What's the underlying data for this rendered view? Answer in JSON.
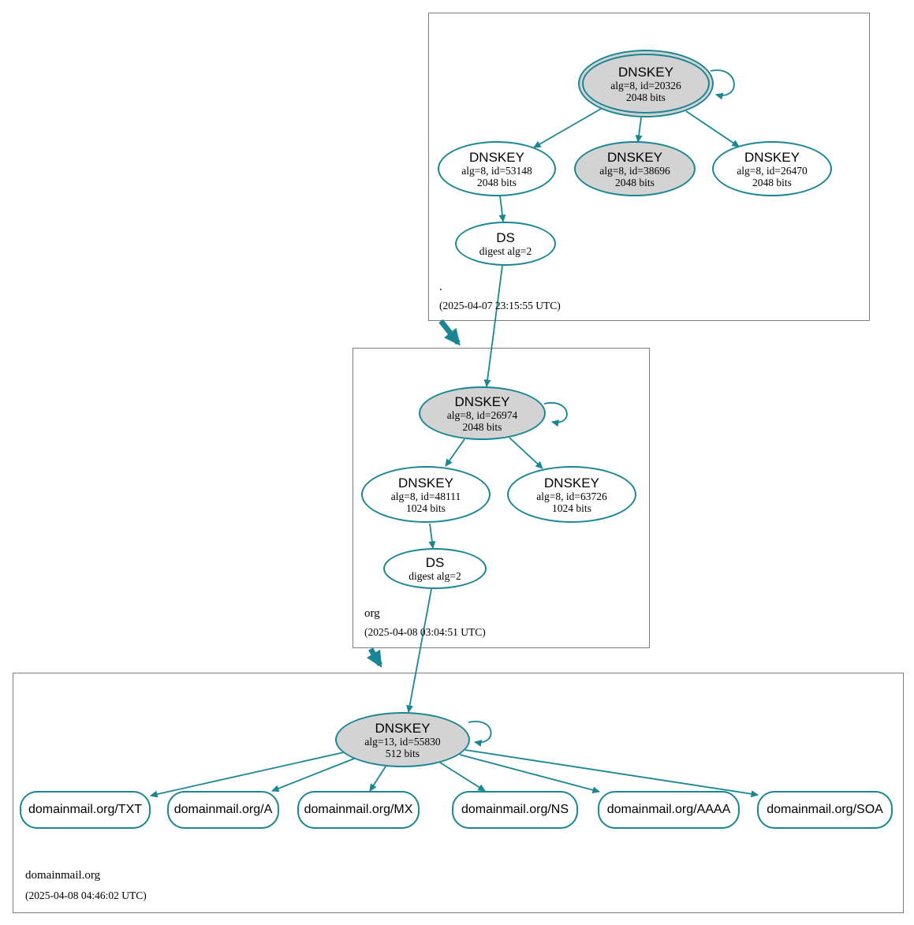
{
  "colors": {
    "edge_teal": "#1a8693",
    "node_fill_gray": "#d3d3d3",
    "node_fill_white": "#ffffff",
    "zone_border_gray": "#7d7d7d"
  },
  "zones": {
    "root": {
      "name": ".",
      "timestamp": "(2025-04-07 23:15:55 UTC)",
      "nodes": {
        "ksk": {
          "title": "DNSKEY",
          "detail": "alg=8, id=20326",
          "bits": "2048 bits"
        },
        "k53148": {
          "title": "DNSKEY",
          "detail": "alg=8, id=53148",
          "bits": "2048 bits"
        },
        "k38696": {
          "title": "DNSKEY",
          "detail": "alg=8, id=38696",
          "bits": "2048 bits"
        },
        "k26470": {
          "title": "DNSKEY",
          "detail": "alg=8, id=26470",
          "bits": "2048 bits"
        },
        "ds": {
          "title": "DS",
          "detail": "digest alg=2"
        }
      }
    },
    "org": {
      "name": "org",
      "timestamp": "(2025-04-08 03:04:51 UTC)",
      "nodes": {
        "k26974": {
          "title": "DNSKEY",
          "detail": "alg=8, id=26974",
          "bits": "2048 bits"
        },
        "k48111": {
          "title": "DNSKEY",
          "detail": "alg=8, id=48111",
          "bits": "1024 bits"
        },
        "k63726": {
          "title": "DNSKEY",
          "detail": "alg=8, id=63726",
          "bits": "1024 bits"
        },
        "ds": {
          "title": "DS",
          "detail": "digest alg=2"
        }
      }
    },
    "domainmail": {
      "name": "domainmail.org",
      "timestamp": "(2025-04-08 04:46:02 UTC)",
      "nodes": {
        "k55830": {
          "title": "DNSKEY",
          "detail": "alg=13, id=55830",
          "bits": "512 bits"
        }
      },
      "rrsets": [
        "domainmail.org/TXT",
        "domainmail.org/A",
        "domainmail.org/MX",
        "domainmail.org/NS",
        "domainmail.org/AAAA",
        "domainmail.org/SOA"
      ]
    }
  }
}
